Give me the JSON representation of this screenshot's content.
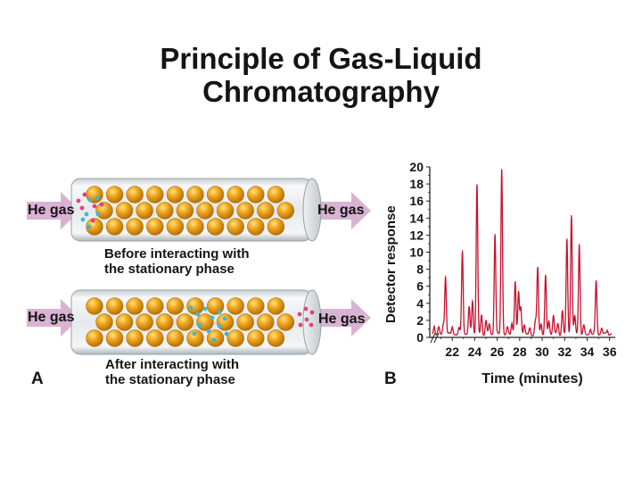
{
  "title": {
    "line1": "Principle of Gas-Liquid",
    "line2": "Chromatography"
  },
  "panel_a": {
    "letter": "A",
    "top_tube": {
      "inlet_label": "He gas",
      "outlet_label": "He gas",
      "caption_line1": "Before interacting with",
      "caption_line2": "the stationary phase"
    },
    "bottom_tube": {
      "inlet_label": "He gas",
      "outlet_label": "He gas",
      "caption_line1": "After interacting with",
      "caption_line2": "the stationary phase"
    }
  },
  "panel_b": {
    "letter": "B"
  },
  "colors": {
    "bead": "#f2a81e",
    "bead_dark": "#b8740a",
    "arrow": "#d9b3d3",
    "trace": "#c8102e",
    "molecule_red": "#e0447a",
    "molecule_blue": "#3cb8d8"
  },
  "chart_data": {
    "type": "line",
    "title": "",
    "xlabel": "Time (minutes)",
    "ylabel": "Detector response",
    "xlim": [
      20,
      36.5
    ],
    "ylim": [
      0,
      20
    ],
    "x_ticks": [
      22,
      24,
      26,
      28,
      30,
      32,
      34,
      36
    ],
    "y_ticks": [
      0,
      2,
      4,
      6,
      8,
      10,
      12,
      14,
      16,
      18,
      20
    ],
    "grid": false,
    "peaks": [
      {
        "x": 20.4,
        "y": 1.4
      },
      {
        "x": 20.8,
        "y": 1.1
      },
      {
        "x": 21.2,
        "y": 1.5
      },
      {
        "x": 21.4,
        "y": 7.2
      },
      {
        "x": 22.0,
        "y": 1.3
      },
      {
        "x": 22.6,
        "y": 1.0
      },
      {
        "x": 22.9,
        "y": 10.2
      },
      {
        "x": 23.5,
        "y": 3.5
      },
      {
        "x": 23.8,
        "y": 4.4
      },
      {
        "x": 24.2,
        "y": 17.8
      },
      {
        "x": 24.6,
        "y": 2.6
      },
      {
        "x": 25.0,
        "y": 1.9
      },
      {
        "x": 25.3,
        "y": 1.6
      },
      {
        "x": 25.8,
        "y": 12.1
      },
      {
        "x": 26.4,
        "y": 19.7
      },
      {
        "x": 26.9,
        "y": 1.1
      },
      {
        "x": 27.3,
        "y": 1.8
      },
      {
        "x": 27.6,
        "y": 6.5
      },
      {
        "x": 27.9,
        "y": 5.2
      },
      {
        "x": 28.1,
        "y": 3.6
      },
      {
        "x": 28.4,
        "y": 1.4
      },
      {
        "x": 28.9,
        "y": 1.1
      },
      {
        "x": 29.4,
        "y": 1.8
      },
      {
        "x": 29.6,
        "y": 8.2
      },
      {
        "x": 29.9,
        "y": 1.6
      },
      {
        "x": 30.3,
        "y": 7.1
      },
      {
        "x": 30.6,
        "y": 2.0
      },
      {
        "x": 31.0,
        "y": 2.6
      },
      {
        "x": 31.4,
        "y": 1.6
      },
      {
        "x": 31.8,
        "y": 3.1
      },
      {
        "x": 32.2,
        "y": 11.4
      },
      {
        "x": 32.6,
        "y": 14.3
      },
      {
        "x": 32.9,
        "y": 2.5
      },
      {
        "x": 33.3,
        "y": 10.9
      },
      {
        "x": 33.7,
        "y": 1.3
      },
      {
        "x": 34.3,
        "y": 1.0
      },
      {
        "x": 34.8,
        "y": 6.6
      },
      {
        "x": 35.3,
        "y": 1.1
      },
      {
        "x": 35.8,
        "y": 0.9
      }
    ]
  }
}
